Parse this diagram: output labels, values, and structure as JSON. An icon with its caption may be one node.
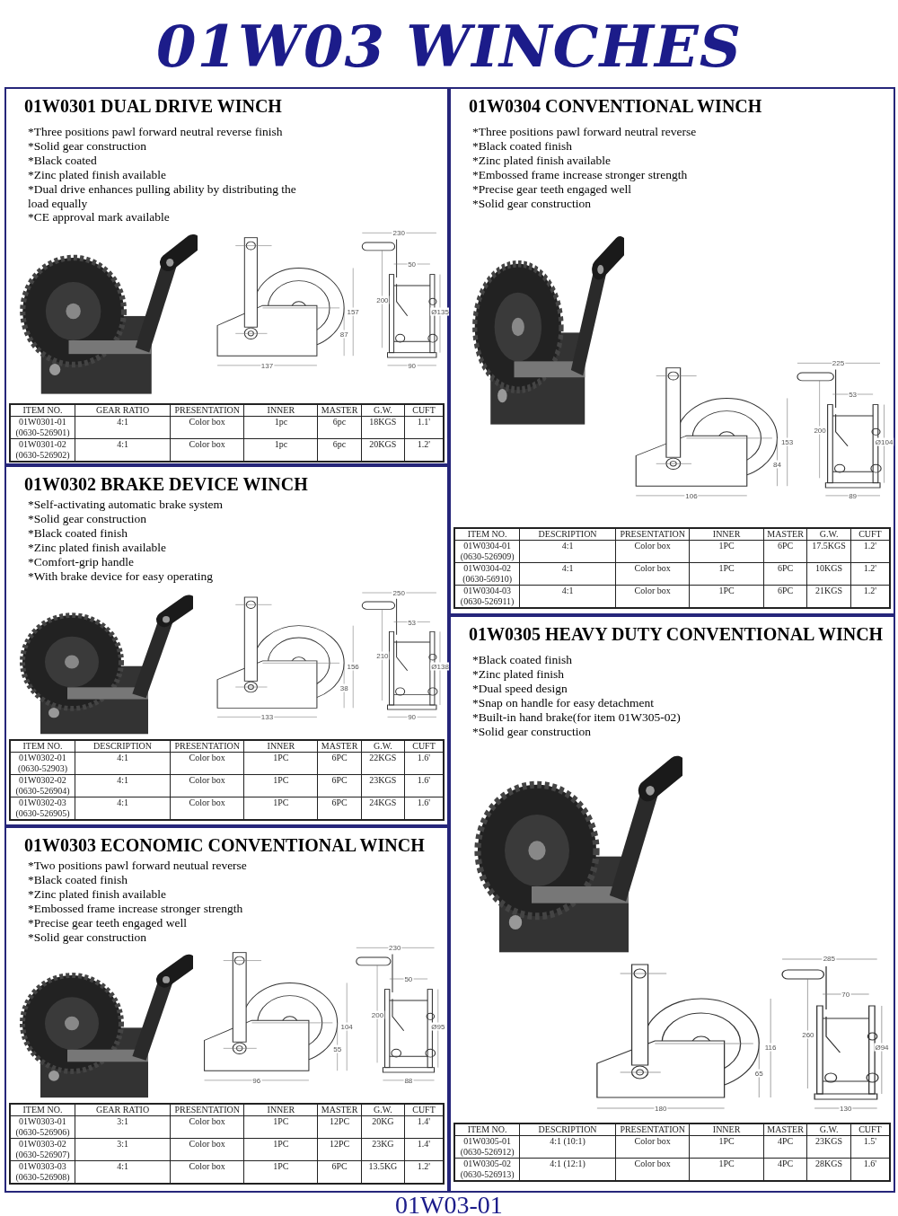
{
  "diagram": {
    "title": "01W03 WINCHES",
    "caption": "01W03-01",
    "nodes": [
      {
        "text": [
          "01W0301 DUAL DRIVE WINCH",
          "*Three positions pawl forward neutral reverse finish",
          "*Solid gear construction",
          "*Black coated",
          "*Zinc plated finish available",
          "*Dual drive enhances pulling ability by distributing the load equally",
          "*CE approval mark available"
        ]
      },
      {
        "text": [
          "01W0302 BRAKE DEVICE WINCH",
          "*Self-activating automatic brake system",
          "*Solid gear construction",
          "*Black coated finish",
          "*Zinc plated finish available",
          "*Comfort-grip handle",
          "*With brake device for easy operating"
        ]
      },
      {
        "text": [
          "01W0303 ECONOMIC CONVENTIONAL WINCH",
          "*Two positions pawl forward neutual reverse",
          "*Black coated finish",
          "*Zinc plated finish available",
          "*Embossed frame increase stronger strength",
          "*Precise gear teeth engaged well",
          "*Solid gear construction"
        ]
      },
      {
        "text": [
          "01W0304 CONVENTIONAL WINCH",
          "*Three positions pawl forward neutral reverse",
          "*Black coated finish",
          "*Zinc plated finish available",
          "*Embossed frame increase stronger strength",
          "*Precise gear teeth engaged well",
          "*Solid gear construction"
        ]
      },
      {
        "text": [
          "01W0305 HEAVY DUTY CONVENTIONAL WINCH",
          "*Black coated finish",
          "*Zinc plated finish",
          "*Dual speed design",
          "*Snap on handle for easy detachment",
          "*Built-in hand brake(for item 01W305-02)",
          "*Solid gear construction"
        ]
      }
    ],
    "labels": [
      "230",
      "50",
      "200",
      "157",
      "87",
      "Ø135",
      "137",
      "90",
      "ITEM NO.",
      "GEAR RATIO",
      "PRESENTATION",
      "INNER",
      "MASTER",
      "G.W.",
      "CUFT",
      "01W0301-01 (0630-526901)",
      "4:1",
      "Color box",
      "1pc",
      "6pc",
      "18KGS",
      "1.1'",
      "01W0301-02 (0630-526902)",
      "4:1",
      "Color box",
      "1pc",
      "6pc",
      "20KGS",
      "1.2'",
      "250",
      "53",
      "210",
      "156",
      "38",
      "Ø138",
      "133",
      "90",
      "ITEM NO.",
      "DESCRIPTION",
      "PRESENTATION",
      "INNER",
      "MASTER",
      "G.W.",
      "CUFT",
      "01W0302-01 (0630-52903)",
      "4:1",
      "Color box",
      "1PC",
      "6PC",
      "22KGS",
      "1.6'",
      "01W0302-02 (0630-526904)",
      "4:1",
      "Color box",
      "1PC",
      "6PC",
      "23KGS",
      "1.6'",
      "01W0302-03 (0630-526905)",
      "4:1",
      "Color box",
      "1PC",
      "6PC",
      "24KGS",
      "1.6'",
      "230",
      "50",
      "200",
      "104",
      "55",
      "Ø95",
      "96",
      "88",
      "ITEM NO.",
      "GEAR RATIO",
      "PRESENTATION",
      "INNER",
      "MASTER",
      "G.W.",
      "CUFT",
      "01W0303-01 (0630-526906)",
      "3:1",
      "Color box",
      "1PC",
      "12PC",
      "20KG",
      "1.4'",
      "01W0303-02 (0630-526907)",
      "3:1",
      "Color box",
      "1PC",
      "12PC",
      "23KG",
      "1.4'",
      "01W0303-03 (0630-526908)",
      "4:1",
      "Color box",
      "1PC",
      "6PC",
      "13.5KG",
      "1.2'",
      "225",
      "53",
      "200",
      "153",
      "84",
      "Ø104",
      "106",
      "89",
      "ITEM NO.",
      "DESCRIPTION",
      "PRESENTATION",
      "INNER",
      "MASTER",
      "G.W.",
      "CUFT",
      "01W0304-01 (0630-526909)",
      "4:1",
      "Color box",
      "1PC",
      "6PC",
      "17.5KGS",
      "1.2'",
      "01W0304-02 (0630-56910)",
      "4:1",
      "Color box",
      "1PC",
      "6PC",
      "10KGS",
      "1.2'",
      "01W0304-03 (0630-526911)",
      "4:1",
      "Color box",
      "1PC",
      "6PC",
      "21KGS",
      "1.2'",
      "285",
      "70",
      "260",
      "116",
      "65",
      "Ø94",
      "180",
      "130",
      "ITEM NO.",
      "DESCRIPTION",
      "PRESENTATION",
      "INNER",
      "MASTER",
      "G.W.",
      "CUFT",
      "01W0305-01 (0630-526912)",
      "4:1 (10:1)",
      "Color box",
      "1PC",
      "4PC",
      "23KGS",
      "1.5'",
      "01W0305-02 (0630-526913)",
      "4:1 (12:1)",
      "Color box",
      "1PC",
      "4PC",
      "28KGS",
      "1.6'"
    ]
  }
}
